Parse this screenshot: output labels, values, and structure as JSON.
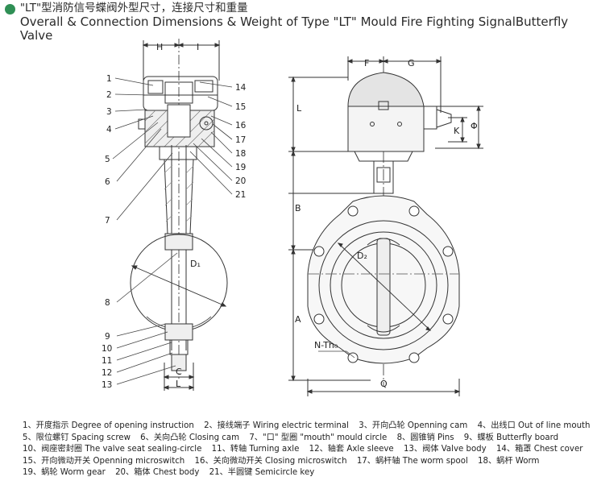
{
  "header": {
    "title_cn": "\"LT\"型消防信号蝶阀外型尺寸，连接尺寸和重量",
    "title_en": "Overall & Connection Dimensions & Weight of  Type \"LT\"  Mould Fire Fighting SignalButterfly Valve"
  },
  "dimensions": {
    "H": "H",
    "I": "I",
    "F": "F",
    "G": "G",
    "L": "L",
    "B": "B",
    "A": "A",
    "K": "K",
    "Phi": "Φ",
    "Q": "Q",
    "C": "C",
    "L_bottom": "L",
    "D1": "D₁",
    "D2": "D₂",
    "NTh": "N-Th₀"
  },
  "callouts": {
    "left": [
      "1",
      "2",
      "3",
      "4",
      "5",
      "6",
      "7",
      "8",
      "9",
      "10",
      "11",
      "12",
      "13"
    ],
    "right": [
      "14",
      "15",
      "16",
      "17",
      "18",
      "19",
      "20",
      "21"
    ]
  },
  "legend": {
    "rows": [
      [
        "1、开度指示 Degree of opening instruction",
        "2、接线端子 Wiring electric terminal",
        "3、开向凸轮 Openning cam",
        "4、出线口 Out of line mouth"
      ],
      [
        "5、限位螺钉 Spacing screw",
        "6、关向凸轮 Closing cam",
        "7、\"口\" 型圈 \"mouth\" mould circle",
        "8、圆锥销 Pins",
        "9、蝶板 Butterfly board"
      ],
      [
        "10、阀座密封圈 The valve seat sealing-circle",
        "11、转轴 Turning axle",
        "12、轴套 Axle sleeve",
        "13、阀体 Valve body",
        "14、箱罩 Chest cover"
      ],
      [
        "15、开向微动开关 Openning microswitch",
        "16、关向微动开关 Closing microswitch",
        "17、蜗杆轴 The worm spool",
        "18、蜗杆 Worm"
      ],
      [
        "19、蜗轮 Worm gear",
        "20、箱体 Chest body",
        "21、半圆键 Semicircle key"
      ]
    ]
  }
}
